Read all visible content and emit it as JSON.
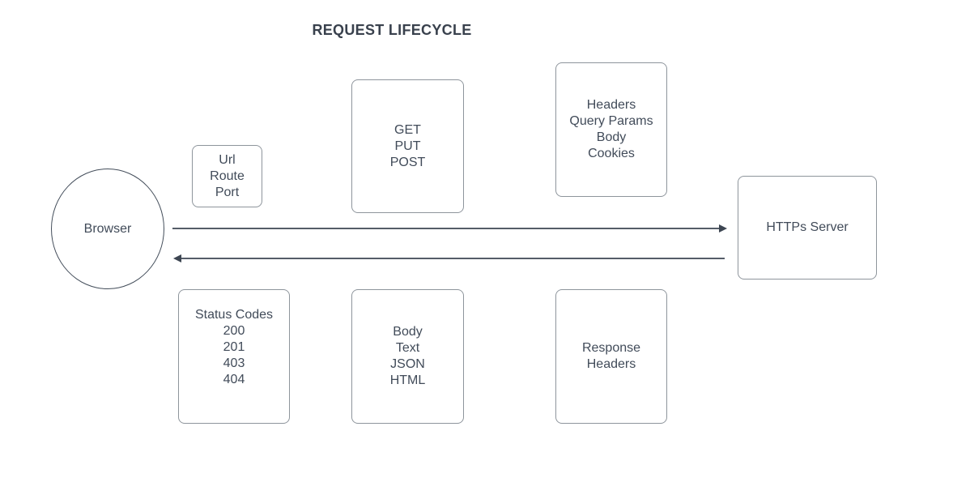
{
  "title": "REQUEST LIFECYCLE",
  "colors": {
    "background": "#ffffff",
    "box_border": "#8e959c",
    "ellipse_border": "#434d5a",
    "text": "#414b59",
    "arrow": "#3d4652"
  },
  "nodes": {
    "browser": {
      "label": "Browser"
    },
    "url_route_port": {
      "lines": [
        "Url",
        "Route",
        "Port"
      ]
    },
    "http_methods": {
      "lines": [
        "GET",
        "PUT",
        "POST"
      ]
    },
    "request_details": {
      "lines": [
        "Headers",
        "Query Params",
        "Body",
        "Cookies"
      ]
    },
    "https_server": {
      "label": "HTTPs Server"
    },
    "status_codes": {
      "lines": [
        "Status Codes",
        "200",
        "201",
        "403",
        "404"
      ]
    },
    "response_body": {
      "lines": [
        "Body",
        "Text",
        "JSON",
        "HTML"
      ]
    },
    "response_headers": {
      "lines": [
        "Response",
        "Headers"
      ]
    }
  },
  "arrows": {
    "request": {
      "from": "Browser",
      "to": "HTTPs Server",
      "direction": "right"
    },
    "response": {
      "from": "HTTPs Server",
      "to": "Browser",
      "direction": "left"
    }
  }
}
